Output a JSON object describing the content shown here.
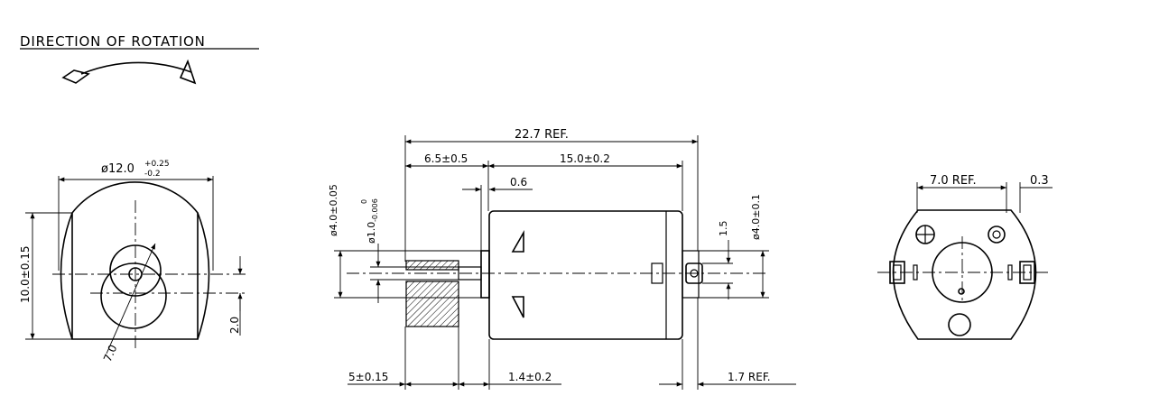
{
  "title": "DIRECTION OF ROTATION",
  "front_view": {
    "diameter": "ø12.0",
    "diameter_tol_plus": "+0.25",
    "diameter_tol_minus": "-0.2",
    "flat_height": "10.0±0.15",
    "offset": "2.0",
    "ecc_diameter": "7.0"
  },
  "side_view": {
    "overall_length": "22.7 REF.",
    "shaft_length": "6.5±0.5",
    "body_length": "15.0±0.2",
    "gap": "0.6",
    "boss_diameter": "ø4.0±0.05",
    "shaft_diameter": "ø1.0",
    "shaft_tol_upper": "0",
    "shaft_tol_lower": "-0.006",
    "terminal_height": "1.5",
    "rear_boss_diameter": "ø4.0±0.1",
    "weight_width": "5±0.15",
    "boss_length": "1.4±0.2",
    "terminal_length": "1.7 REF."
  },
  "rear_view": {
    "terminal_spacing": "7.0 REF.",
    "terminal_offset": "0.3"
  }
}
